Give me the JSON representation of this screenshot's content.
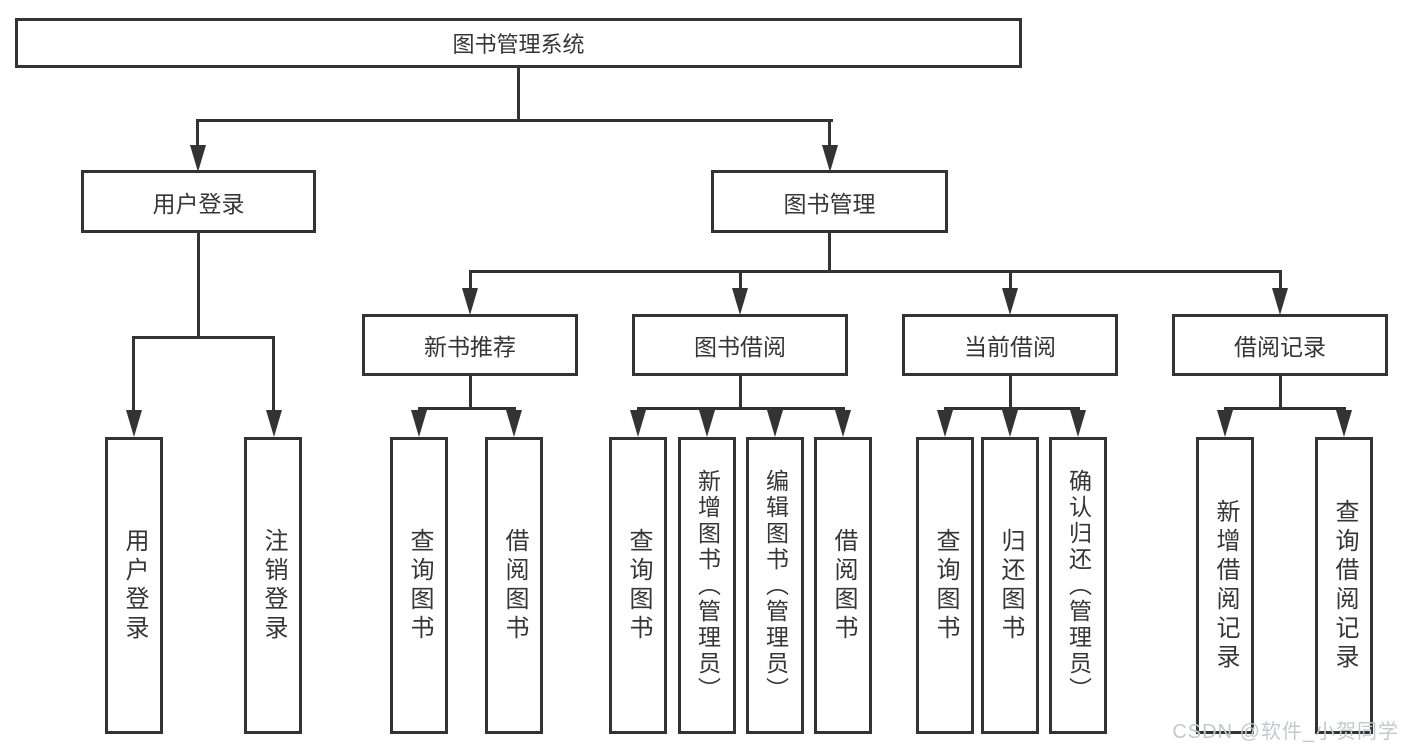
{
  "colors": {
    "line": "#333333",
    "text": "#363636",
    "watermark": "#c4c8cd",
    "background": "#ffffff"
  },
  "watermark": {
    "text": "CSDN @软件_小贺同学"
  },
  "tree": {
    "label": "图书管理系统",
    "children": [
      {
        "label": "用户登录",
        "children": [
          {
            "label": "用户登录"
          },
          {
            "label": "注销登录"
          }
        ]
      },
      {
        "label": "图书管理",
        "children": [
          {
            "label": "新书推荐",
            "children": [
              {
                "label": "查询图书"
              },
              {
                "label": "借阅图书"
              }
            ]
          },
          {
            "label": "图书借阅",
            "children": [
              {
                "label": "查询图书"
              },
              {
                "label": "新增图书（管理员）"
              },
              {
                "label": "编辑图书（管理员）"
              },
              {
                "label": "借阅图书"
              }
            ]
          },
          {
            "label": "当前借阅",
            "children": [
              {
                "label": "查询图书"
              },
              {
                "label": "归还图书"
              },
              {
                "label": "确认归还（管理员）"
              }
            ]
          },
          {
            "label": "借阅记录",
            "children": [
              {
                "label": "新增借阅记录"
              },
              {
                "label": "查询借阅记录"
              }
            ]
          }
        ]
      }
    ]
  }
}
